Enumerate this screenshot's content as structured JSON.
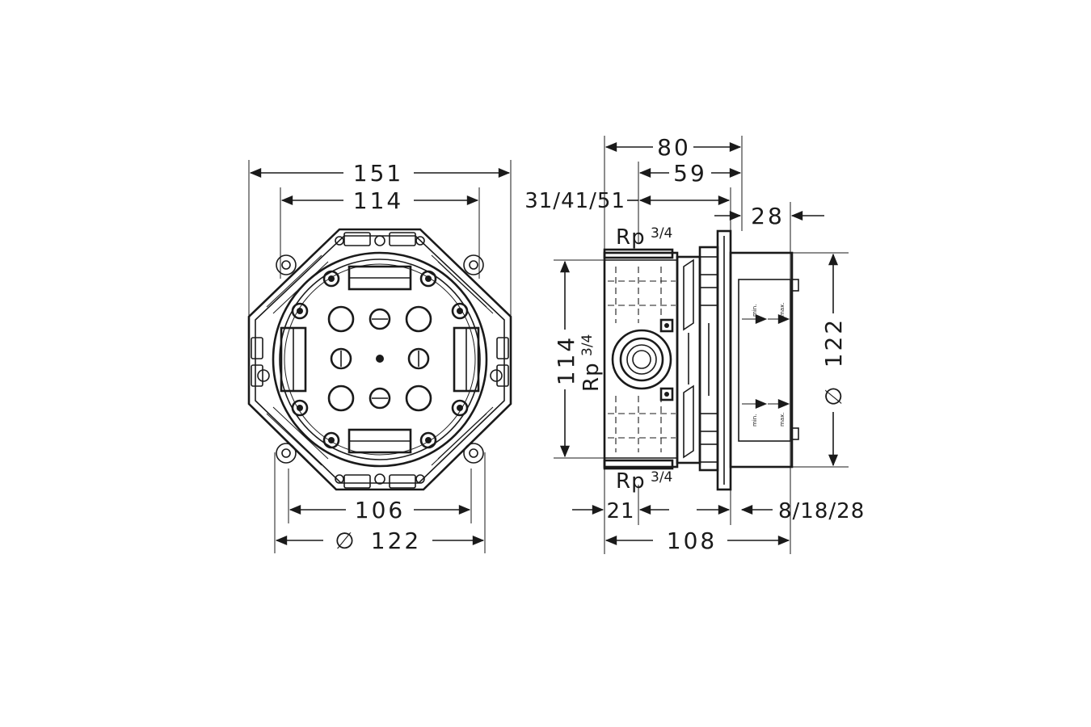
{
  "front_view": {
    "overall_width": "151",
    "inner_width": "114",
    "bottom_width": "106",
    "diameter_symbol": "∅",
    "diameter": "122"
  },
  "side_view": {
    "depth_total": "80",
    "depth_inner": "59",
    "depth_range": "31/41/51",
    "cover_depth": "28",
    "thread_top": "Rp",
    "thread_top_fraction": "3/4",
    "thread_mid": "Rp",
    "thread_mid_fraction": "3/4",
    "thread_bottom": "Rp",
    "thread_bottom_fraction": "3/4",
    "height": "114",
    "diameter_symbol": "∅",
    "diameter": "122",
    "bottom_offset": "21",
    "plaster_range": "8/18/28",
    "overall_depth": "108",
    "min_label_1": "min.",
    "max_label_1": "max.",
    "min_label_2": "min.",
    "max_label_2": "max."
  }
}
